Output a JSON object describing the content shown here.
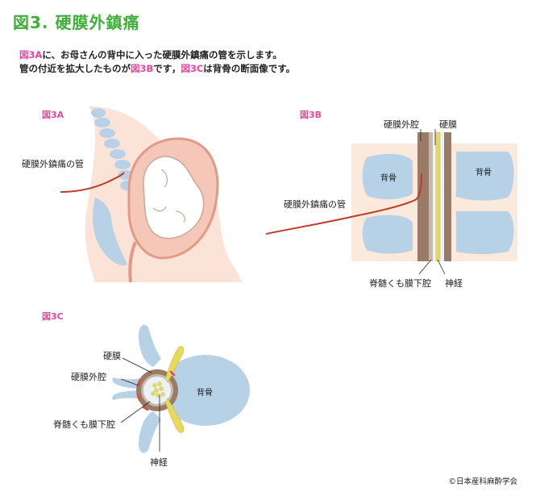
{
  "title": "図3. 硬膜外鎮痛",
  "caption": {
    "line1": [
      {
        "text": "図3A",
        "pink": true
      },
      {
        "text": "に、お母さんの背中に入った硬膜外鎮痛の管を示します。",
        "pink": false
      }
    ],
    "line2": [
      {
        "text": "管の付近を拡大したものが",
        "pink": false
      },
      {
        "text": "図3B",
        "pink": true
      },
      {
        "text": "です，",
        "pink": false
      },
      {
        "text": "図3C",
        "pink": true
      },
      {
        "text": "は背骨の断面像です。",
        "pink": false
      }
    ]
  },
  "fig3a": {
    "label": "図3A",
    "catheter_label": "硬膜外鎮痛の管"
  },
  "fig3b": {
    "label": "図3B",
    "epidural_space": "硬膜外腔",
    "dura": "硬膜",
    "vertebra1": "背骨",
    "vertebra2": "背骨",
    "catheter_label": "硬膜外鎮痛の管",
    "subarachnoid": "脊髄くも膜下腔",
    "nerve": "神経"
  },
  "fig3c": {
    "label": "図3C",
    "dura": "硬膜",
    "epidural_space": "硬膜外腔",
    "subarachnoid": "脊髄くも膜下腔",
    "vertebra": "背骨",
    "nerve": "神経"
  },
  "copyright": "©日本産科麻酔学会",
  "colors": {
    "title_green": "#3fae3a",
    "pink_label": "#e4479b",
    "bone_blue": "#b7d1e6",
    "skin": "#fbe3d7",
    "catheter_red": "#c23a2a",
    "epidural_brown": "#9a7b67",
    "nerve_yellow": "#e8d95a"
  }
}
